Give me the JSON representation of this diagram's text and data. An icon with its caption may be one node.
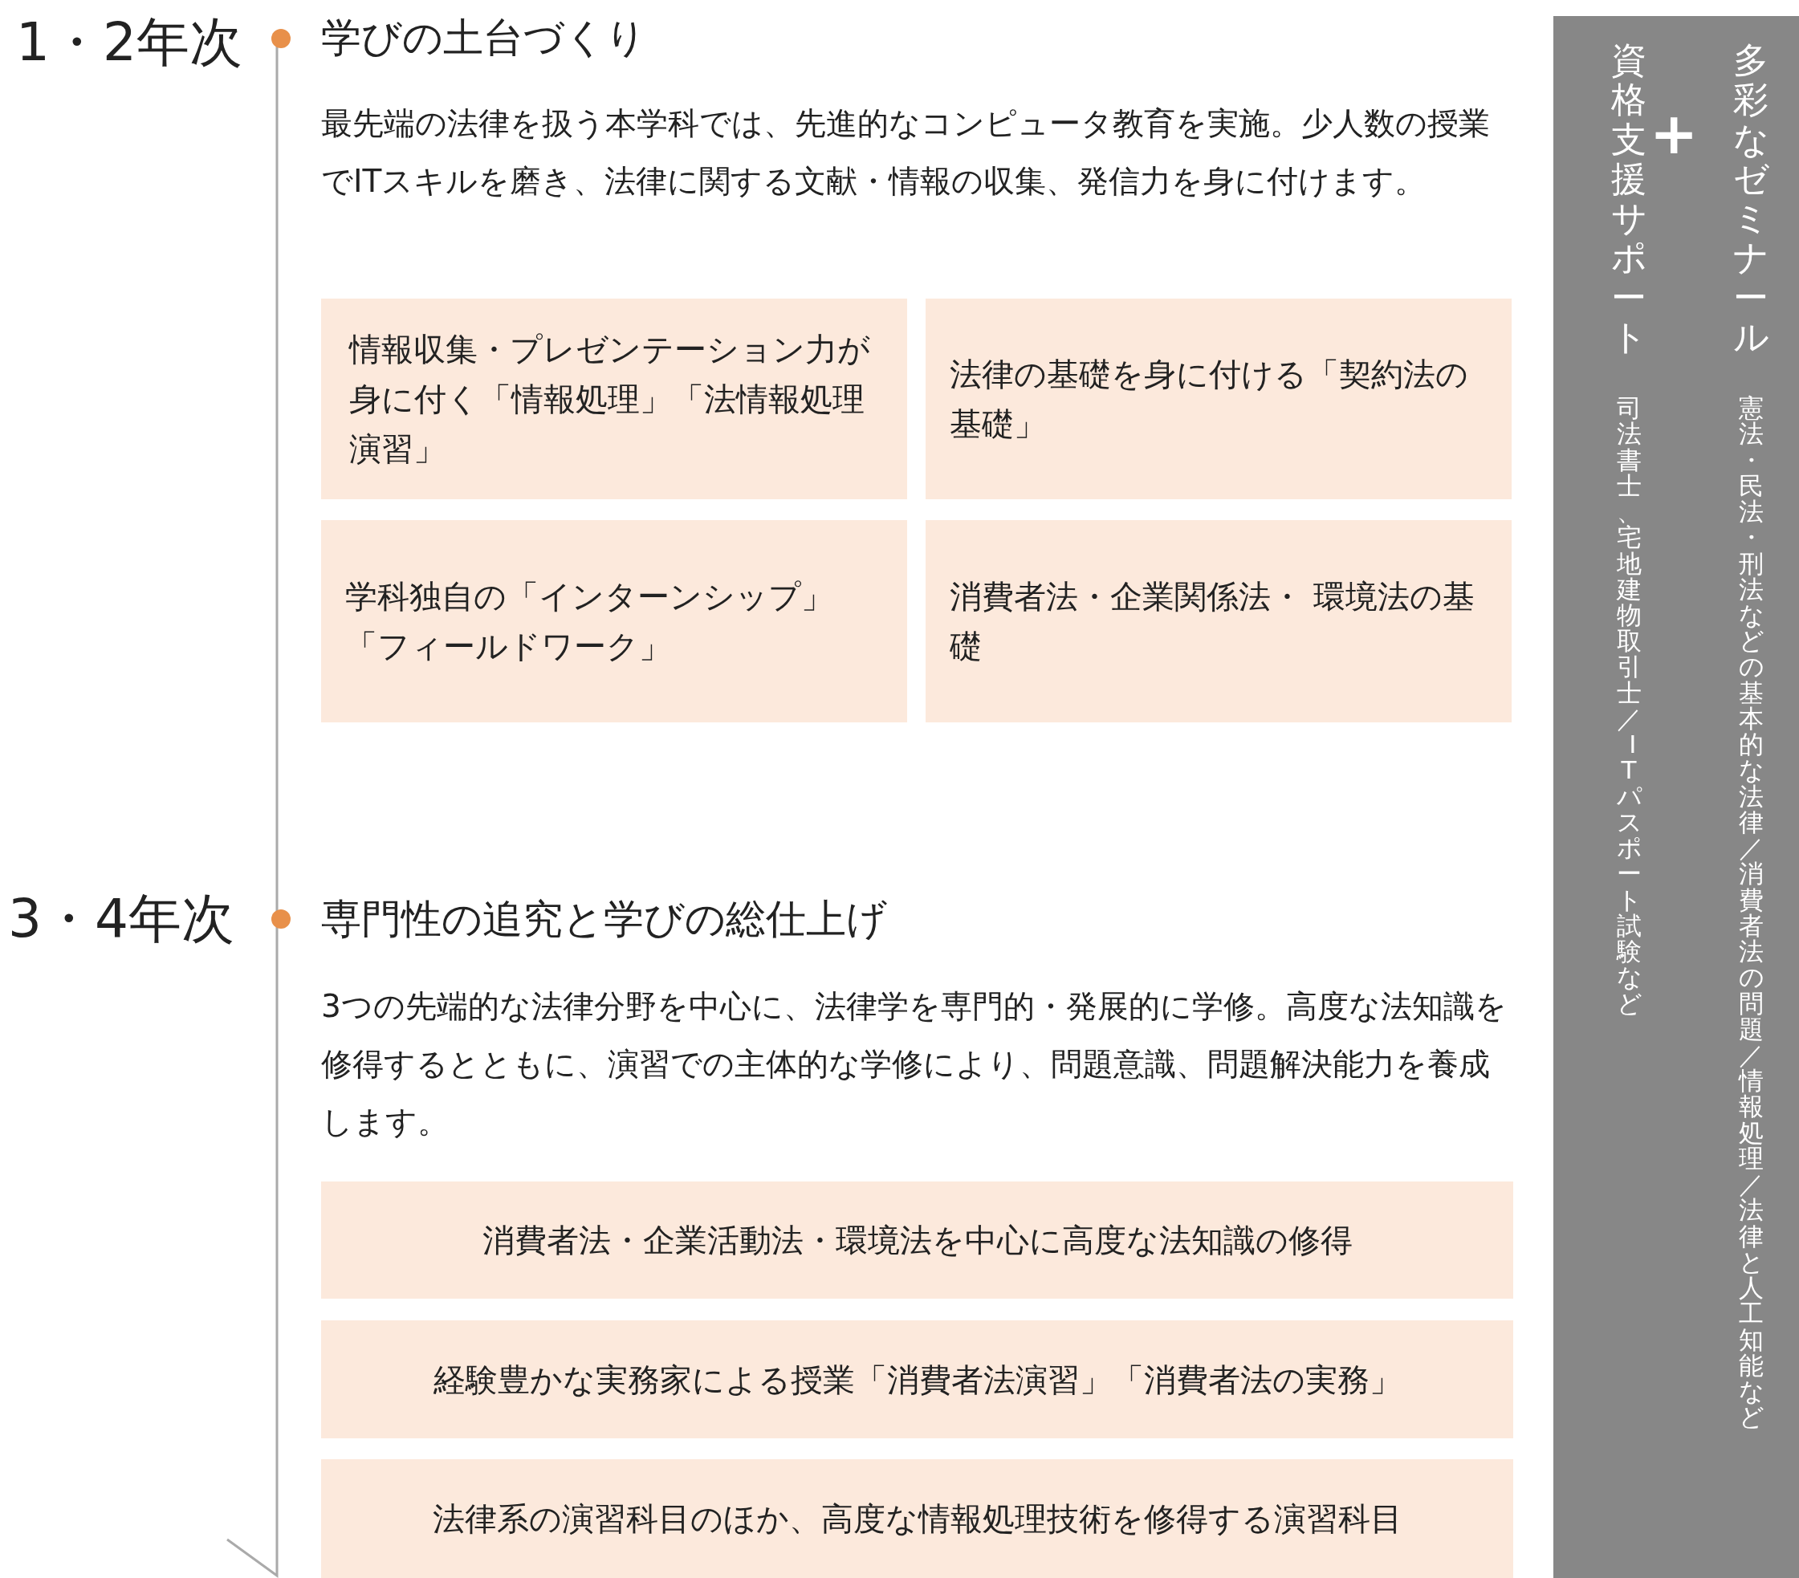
{
  "diagram": {
    "nodes": [
      {
        "text": [
          "情報収集・プレゼンテーション力が身に付く「情報処理」「法情報処理演習」"
        ]
      },
      {
        "text": [
          "法律の基礎を身に付ける「契約法の基礎」"
        ]
      },
      {
        "text": [
          "学科独自の「インターンシップ」「フィールドワーク」"
        ]
      },
      {
        "text": [
          "消費者法・企業関係法・ 環境法の基礎"
        ]
      },
      {
        "text": [
          "消費者法・企業活動法・環境法を中心に高度な法知識の修得"
        ]
      },
      {
        "text": [
          "経験豊かな実務家による授業「消費者法演習」「消費者法の実務」"
        ]
      },
      {
        "text": [
          "法律系の演習科目のほか、高度な情報処理技術を修得する演習科目"
        ]
      },
      {
        "text": [
          "多彩なゼミナール",
          "憲法・民法・刑法などの基本的な法律／消費者法の問題／情報処理／法律と人工知能など",
          "資格支援サポート",
          "司法書士、宅地建物取引士／ ITパスポート試験など"
        ]
      }
    ],
    "edges": [],
    "labels": [
      "1・2年次",
      "学びの土台づくり",
      "最先端の法律を扱う本学科では、先進的なコンピュータ教育を実施。少人数の授業でITスキルを磨き、法律に関する文献・情報の収集、発信力を身に付けます。",
      "3・4年次",
      "専門性の追究と学びの総仕上げ",
      "3つの先端的な法律分野を中心に、法律学を専門的・発展的に学修。高度な法知識を修得するとともに、演習での主体的な学修により、問題意識、問題解決能力を養成します。",
      "+"
    ]
  }
}
